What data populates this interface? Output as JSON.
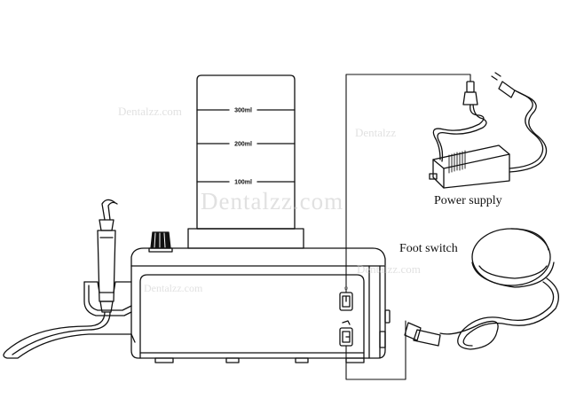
{
  "labels": {
    "power_supply": "Power supply",
    "foot_switch": "Foot switch"
  },
  "water_bottle": {
    "graduations": [
      "300ml",
      "200ml",
      "100ml"
    ]
  },
  "watermark": {
    "main": "Dentalzz.com",
    "small": [
      "Dentalzz.com",
      "Dentalzz",
      "Dentalzz.com",
      "Dentalzz.com"
    ]
  },
  "colors": {
    "line": "#111111",
    "watermark": "#c9c9c9"
  }
}
